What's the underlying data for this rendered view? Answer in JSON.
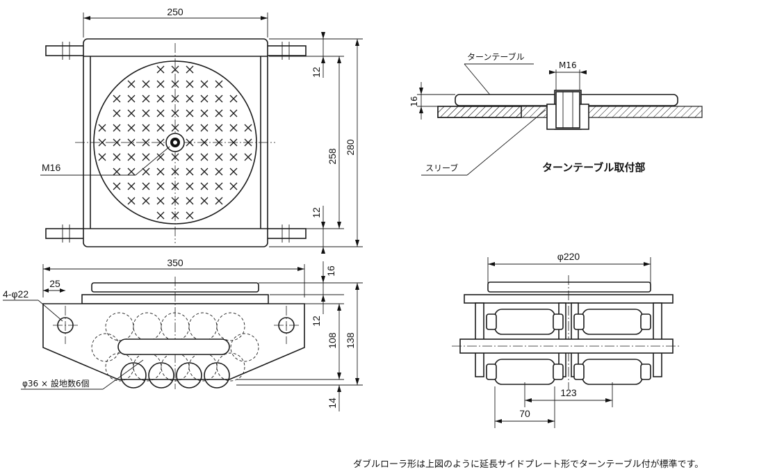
{
  "top_view": {
    "width_label": "250",
    "top_gap_label": "12",
    "bottom_gap_label": "12",
    "inner_height_label": "258",
    "outer_height_label": "280",
    "bolt_label": "M16"
  },
  "side_view": {
    "length_label": "350",
    "edge_label": "25",
    "hole_label": "4-φ22",
    "top_label": "16",
    "gap_label": "12",
    "body_label": "108",
    "total_label": "138",
    "bottom_label": "14",
    "roller_label": "φ36 × 設地数6個"
  },
  "detail_view": {
    "turntable_label": "ターンテーブル",
    "bolt_label": "M16",
    "thickness_label": "16",
    "sleeve_label": "スリーブ",
    "title": "ターンテーブル取付部"
  },
  "front_view": {
    "diameter_label": "φ220",
    "inner_pitch_label": "123",
    "outer_pitch_label": "70"
  },
  "footer": {
    "note": "ダブルローラ形は上図のように延長サイドプレート形でターンテーブル付が標準です。"
  }
}
